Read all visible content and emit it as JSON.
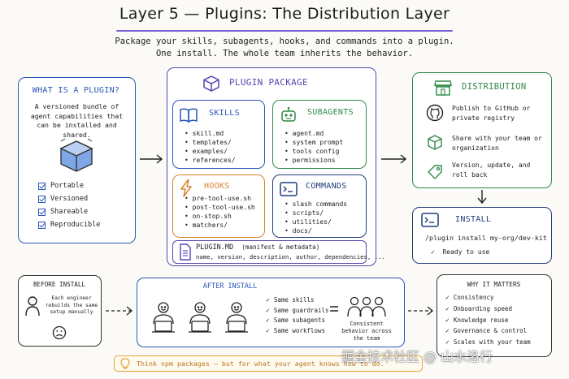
{
  "title": "Layer 5 — Plugins: The Distribution Layer",
  "subtitle_lines": [
    "Package your skills, subagents, hooks, and commands into a plugin.",
    "One install. The whole team inherits the behavior."
  ],
  "what_is": {
    "heading": "WHAT IS A PLUGIN?",
    "description": "A versioned bundle of agent capabilities that can be installed and shared.",
    "checks": [
      "Portable",
      "Versioned",
      "Shareable",
      "Reproducible"
    ]
  },
  "plugin_package": {
    "heading": "PLUGIN PACKAGE",
    "skills": {
      "heading": "SKILLS",
      "items": [
        "skill.md",
        "templates/",
        "examples/",
        "references/"
      ]
    },
    "subagents": {
      "heading": "SUBAGENTS",
      "items": [
        "agent.md",
        "system prompt",
        "tools config",
        "permissions"
      ]
    },
    "hooks": {
      "heading": "HOOKS",
      "items": [
        "pre-tool-use.sh",
        "post-tool-use.sh",
        "on-stop.sh",
        "matchers/"
      ]
    },
    "commands": {
      "heading": "COMMANDS",
      "items": [
        "slash commands",
        "scripts/",
        "utilities/",
        "docs/"
      ]
    },
    "manifest": {
      "heading": "PLUGIN.MD",
      "note": "(manifest & metadata)",
      "fields": "name, version, description, author, dependencies, ..."
    }
  },
  "distribution": {
    "heading": "DISTRIBUTION",
    "items": [
      "Publish to GitHub or private registry",
      "Share with your team or organization",
      "Version, update, and roll back"
    ]
  },
  "install": {
    "heading": "INSTALL",
    "command": "/plugin install my-org/dev-kit",
    "result": "Ready to use"
  },
  "before_install": {
    "heading": "BEFORE INSTALL",
    "text": "Each engineer rebuilds the same setup manually"
  },
  "after_install": {
    "heading": "AFTER INSTALL",
    "checks": [
      "Same skills",
      "Same guardrails",
      "Same subagents",
      "Same workflows"
    ],
    "result": "Consistent behavior across the team"
  },
  "why_it_matters": {
    "heading": "WHY IT MATTERS",
    "items": [
      "Consistency",
      "Onboarding speed",
      "Knowledge reuse",
      "Governance & control",
      "Scales with your team"
    ]
  },
  "footer": "Think npm packages — but for what your agent knows how to do.",
  "watermark": "掘金技术社区 @ 山水洛行",
  "colors": {
    "accent": "#7a5fd0",
    "blue": "#2a57b8",
    "green": "#2f8a4a",
    "orange": "#d9822b",
    "navy": "#1f3d7a",
    "footer": "#e0a53a"
  }
}
